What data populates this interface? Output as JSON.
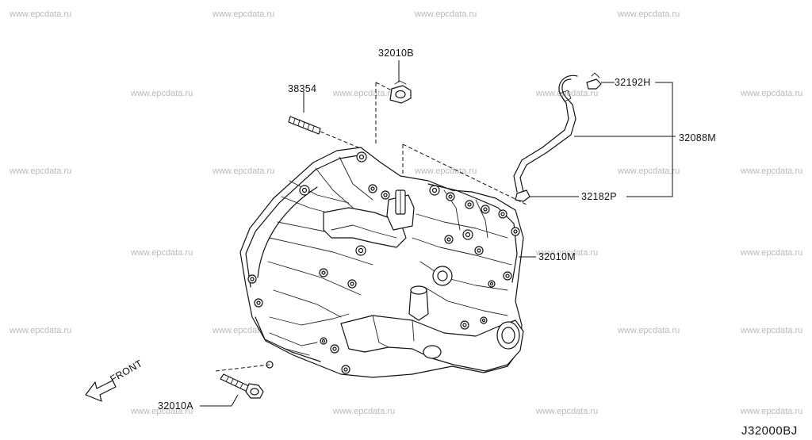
{
  "diagram": {
    "code": "J32000BJ",
    "watermark": "www.epcdata.ru",
    "front_label": "FRONT",
    "labels": {
      "p38354": "38354",
      "p32010B": "32010B",
      "p32192H": "32192H",
      "p32088M": "32088M",
      "p32182P": "32182P",
      "p32010M": "32010M",
      "p32010A": "32010A"
    }
  }
}
